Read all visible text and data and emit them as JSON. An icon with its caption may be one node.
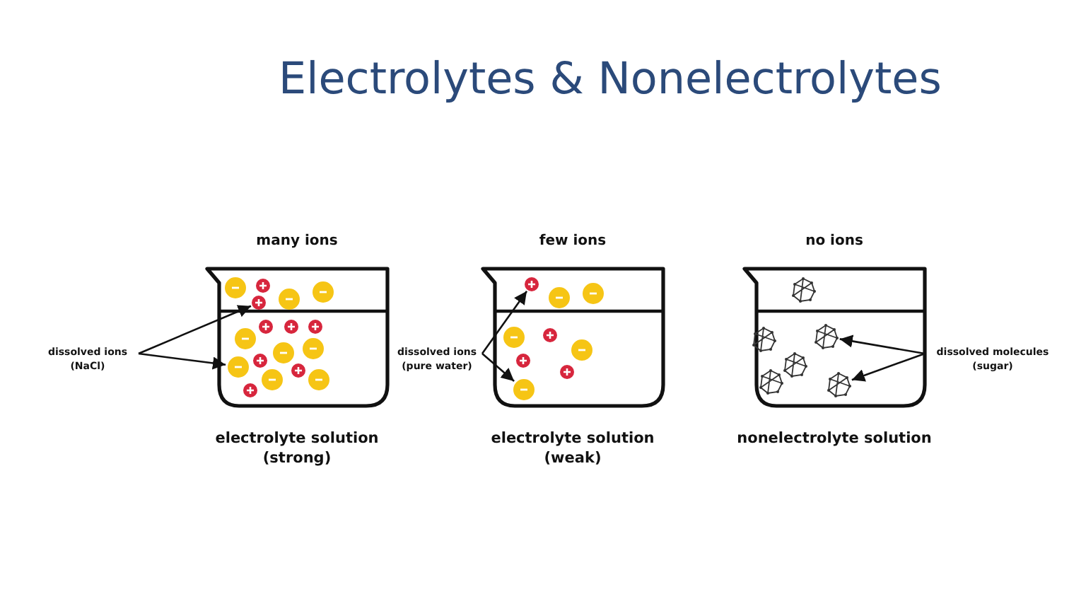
{
  "diagram": {
    "title": "Electrolytes & Nonelectrolytes",
    "nodes": [
      {
        "text": [
          "many ions"
        ],
        "beside": [
          "electrolyte solution (strong)"
        ]
      },
      {
        "text": [],
        "shape": "circle",
        "in": 0
      },
      {
        "text": [],
        "shape": "circle",
        "in": 0
      },
      {
        "text": [],
        "shape": "circle",
        "in": 0
      },
      {
        "text": [],
        "shape": "circle",
        "in": 0
      },
      {
        "text": [],
        "shape": "circle",
        "in": 0
      },
      {
        "text": [],
        "shape": "circle",
        "in": 0
      },
      {
        "text": [],
        "shape": "circle",
        "in": 0
      },
      {
        "text": [],
        "shape": "circle",
        "in": 0
      },
      {
        "text": [],
        "shape": "circle",
        "in": 0
      },
      {
        "text": [],
        "shape": "circle",
        "in": 0
      },
      {
        "text": [],
        "shape": "circle",
        "in": 0
      },
      {
        "text": [],
        "shape": "circle",
        "in": 0
      },
      {
        "text": [],
        "shape": "circle",
        "in": 0
      },
      {
        "text": [],
        "shape": "circle",
        "in": 0
      },
      {
        "text": [],
        "shape": "circle",
        "in": 0
      },
      {
        "text": [],
        "shape": "circle",
        "in": 0
      },
      {
        "text": [],
        "shape": "circle",
        "in": 0
      },
      {
        "text": [
          "dissolved ions (NaCl)"
        ]
      },
      {
        "text": [
          "few ions"
        ],
        "beside": [
          "electrolyte solution (weak)"
        ]
      },
      {
        "text": [],
        "shape": "circle",
        "in": 19
      },
      {
        "text": [],
        "shape": "circle",
        "in": 19
      },
      {
        "text": [],
        "shape": "circle",
        "in": 19
      },
      {
        "text": [],
        "shape": "circle",
        "in": 19
      },
      {
        "text": [],
        "shape": "circle",
        "in": 19
      },
      {
        "text": [],
        "shape": "circle",
        "in": 19
      },
      {
        "text": [],
        "shape": "circle",
        "in": 19
      },
      {
        "text": [],
        "shape": "circle",
        "in": 19
      },
      {
        "text": [],
        "shape": "circle",
        "in": 19
      },
      {
        "text": [
          "dissolved ions (pure water)"
        ]
      },
      {
        "text": [
          "no ions"
        ],
        "beside": [
          "nonelectrolyte solution"
        ]
      },
      {
        "text": [],
        "shape": "picture",
        "in": 30
      },
      {
        "text": [],
        "shape": "picture",
        "in": 30
      },
      {
        "text": [],
        "shape": "picture",
        "in": 30
      },
      {
        "text": [],
        "shape": "picture",
        "in": 30
      },
      {
        "text": [],
        "shape": "picture",
        "in": 30
      },
      {
        "text": [],
        "shape": "picture",
        "in": 30
      },
      {
        "text": [
          "dissolved molecules (sugar)"
        ]
      }
    ],
    "edges": [
      {
        "from": 18,
        "to": 5,
        "arrow": "to"
      },
      {
        "from": 18,
        "to": 13,
        "arrow": "to"
      },
      {
        "from": 29,
        "to": 20,
        "arrow": "to"
      },
      {
        "from": 29,
        "to": 28,
        "arrow": "to"
      },
      {
        "from": 37,
        "to": 32,
        "arrow": "to"
      },
      {
        "from": 37,
        "to": 36,
        "arrow": "to"
      }
    ]
  }
}
